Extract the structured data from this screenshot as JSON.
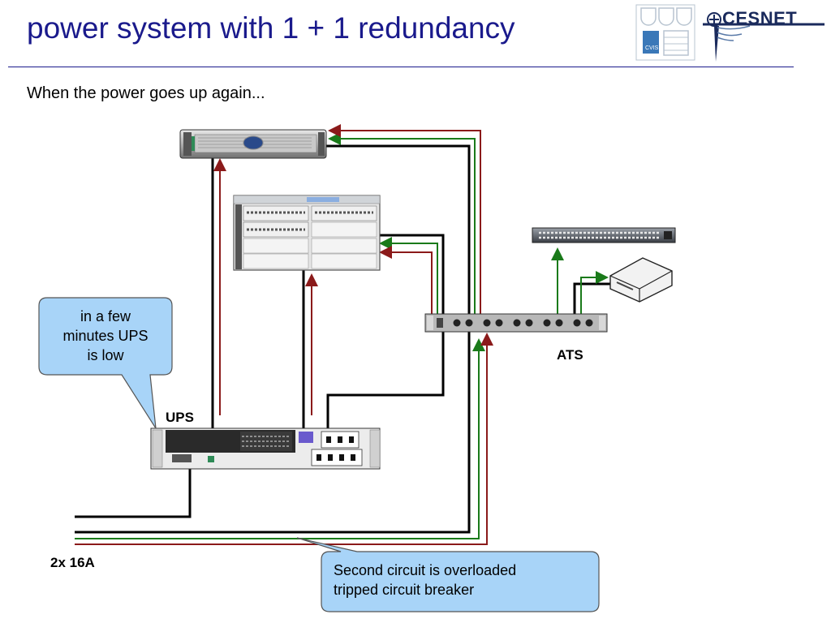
{
  "slide": {
    "title": "power system with 1 + 1 redundancy",
    "subtitle": "When the power goes up again..."
  },
  "logos": {
    "cvis_label": "CVIS",
    "cesnet_label": "CESNET"
  },
  "labels": {
    "ups": "UPS",
    "ats": "ATS",
    "circuits": "2x 16A"
  },
  "callouts": {
    "ups_low": [
      "in a few",
      "minutes UPS",
      "is low"
    ],
    "overloaded": [
      "Second circuit is overloaded",
      "tripped circuit breaker"
    ]
  },
  "colors": {
    "title": "#1a1a8c",
    "callout_fill": "#a8d4f8",
    "callout_border": "#555555",
    "line_black": "#000000",
    "line_red": "#8b1a1a",
    "line_green": "#1a7a1a"
  }
}
